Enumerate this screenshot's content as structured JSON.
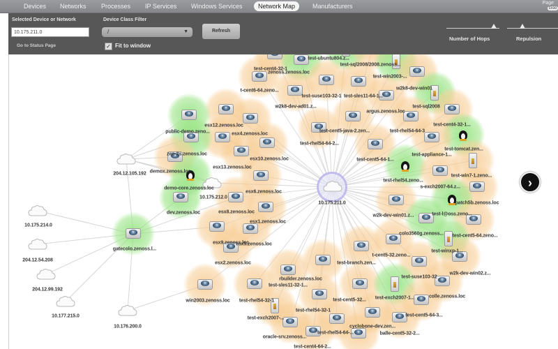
{
  "tabs": [
    {
      "label": "Devices",
      "active": false
    },
    {
      "label": "Networks",
      "active": false
    },
    {
      "label": "Processes",
      "active": false
    },
    {
      "label": "IP Services",
      "active": false
    },
    {
      "label": "Windows Services",
      "active": false
    },
    {
      "label": "Network Map",
      "active": true
    },
    {
      "label": "Manufacturers",
      "active": false
    }
  ],
  "topright": {
    "page": "Page",
    "goo": "Goo"
  },
  "toolbar": {
    "selected_label": "Selected Device or Network",
    "selected_value": "10.175.211.0",
    "status_link": "Go to Status Page",
    "filter_label": "Device Class Filter",
    "filter_value": "/",
    "refresh_label": "Refresh",
    "fit_label": "Fit to window",
    "fit_checked": true,
    "hops_label": "Number of Hops",
    "repulsion_label": "Repulsion",
    "hops_value": 0.9,
    "repulsion_value": 0.3
  },
  "colors": {
    "up_halo": "#8ce178",
    "warn_halo": "#f6c484",
    "hub_ring": "#a096e6"
  },
  "map": {
    "next_icon": "chevron-right-icon",
    "nodes": [
      {
        "label": "10.175.211.0",
        "kind": "hub",
        "halo": "none"
      },
      {
        "label": "",
        "kind": "server",
        "halo": "orange"
      },
      {
        "label": "test-ubuntu804.z...",
        "kind": "server",
        "halo": "green"
      },
      {
        "label": "test-sql2008/2008.zenoss...",
        "kind": "win",
        "halo": "green"
      },
      {
        "label": "",
        "kind": "server",
        "halo": "orange"
      },
      {
        "label": "",
        "kind": "win",
        "halo": "green"
      },
      {
        "label": "test-cent4-32-1",
        "kind": "server",
        "halo": "orange"
      },
      {
        "label": "zenoss.zenoss.loc",
        "kind": "server",
        "halo": "orange"
      },
      {
        "label": "test-win2003-...",
        "kind": "server",
        "halo": "orange"
      },
      {
        "label": "",
        "kind": "server",
        "halo": "orange"
      },
      {
        "label": "t-cent6-64.zeno...",
        "kind": "server",
        "halo": "orange"
      },
      {
        "label": "test-suse103-32-1",
        "kind": "label",
        "halo": "none"
      },
      {
        "label": "test-sles11-64-1...",
        "kind": "label",
        "halo": "none"
      },
      {
        "label": "w2k8-dev-ad01.z...",
        "kind": "label",
        "halo": "none"
      },
      {
        "label": "w2k8-dev-win01",
        "kind": "win",
        "halo": "green"
      },
      {
        "label": "argus.zenoss.loc",
        "kind": "server",
        "halo": "orange"
      },
      {
        "label": "test-sql2008",
        "kind": "server",
        "halo": "orange"
      },
      {
        "label": "",
        "kind": "server",
        "halo": "orange"
      },
      {
        "label": "",
        "kind": "server",
        "halo": "orange"
      },
      {
        "label": "test-cent4-32-1...",
        "kind": "linux",
        "halo": "green"
      },
      {
        "label": "test-rhel54-64-3",
        "kind": "server",
        "halo": "orange"
      },
      {
        "label": "test-tomcat.zen...",
        "kind": "label",
        "halo": "none"
      },
      {
        "label": "test-cent5-java-2.zen...",
        "kind": "server",
        "halo": "orange"
      },
      {
        "label": "test-rhel54-64-2...",
        "kind": "server",
        "halo": "orange"
      },
      {
        "label": "esx12.zenoss.loc",
        "kind": "server",
        "halo": "orange"
      },
      {
        "label": "",
        "kind": "server",
        "halo": "orange"
      },
      {
        "label": "public-demo.zeno...",
        "kind": "server",
        "halo": "green"
      },
      {
        "label": "esx4.zenoss.loc",
        "kind": "server",
        "halo": "orange"
      },
      {
        "label": "",
        "kind": "server",
        "halo": "orange"
      },
      {
        "label": "zen-2s.zenoss.loc",
        "kind": "server",
        "halo": "green"
      },
      {
        "label": "",
        "kind": "server",
        "halo": "orange"
      },
      {
        "label": "esx10.zenoss.loc",
        "kind": "server",
        "halo": "orange"
      },
      {
        "label": "esx13.zenoss.loc",
        "kind": "server",
        "halo": "orange"
      },
      {
        "label": "demox.zenoss.loc",
        "kind": "linux",
        "halo": "green"
      },
      {
        "label": "demo-core.zenoss.loc",
        "kind": "label",
        "halo": "none"
      },
      {
        "label": "10.175.212.0",
        "kind": "cloud",
        "halo": "none"
      },
      {
        "label": "esx6.zenoss.loc",
        "kind": "server",
        "halo": "orange"
      },
      {
        "label": "dev.zenoss.loc",
        "kind": "server",
        "halo": "green"
      },
      {
        "label": "esx8.zenoss.loc",
        "kind": "server",
        "halo": "orange"
      },
      {
        "label": "esx1.zenoss.loc",
        "kind": "server",
        "halo": "orange"
      },
      {
        "label": "esx9.zenoss.loc",
        "kind": "server",
        "halo": "orange"
      },
      {
        "label": "esx5.zenoss.loc",
        "kind": "server",
        "halo": "orange"
      },
      {
        "label": "esx2.zenoss.loc",
        "kind": "label",
        "halo": "none"
      },
      {
        "label": "test-appliance-1...",
        "kind": "linux",
        "halo": "green"
      },
      {
        "label": "test-cent5-64-1...",
        "kind": "label",
        "halo": "none"
      },
      {
        "label": "test-win7-1.zeno...",
        "kind": "win",
        "halo": "orange"
      },
      {
        "label": "",
        "kind": "server",
        "halo": "orange"
      },
      {
        "label": "test-rhel54.zeno...",
        "kind": "label",
        "halo": "none"
      },
      {
        "label": "s-exch2007-64.z...",
        "kind": "server",
        "halo": "orange"
      },
      {
        "label": "",
        "kind": "server",
        "halo": "orange"
      },
      {
        "label": "patch5b.zenoss.loc",
        "kind": "linux",
        "halo": "green"
      },
      {
        "label": "w2k-dev-win01.z...",
        "kind": "server",
        "halo": "green"
      },
      {
        "label": "test-l@oss.zeno...",
        "kind": "server",
        "halo": "orange"
      },
      {
        "label": "colo3560g.zenoss...",
        "kind": "server",
        "halo": "orange"
      },
      {
        "label": "test-cent5-64.zeno...",
        "kind": "win",
        "halo": "green"
      },
      {
        "label": "test-branch.zen...",
        "kind": "server",
        "halo": "orange"
      },
      {
        "label": "",
        "kind": "server",
        "halo": "orange"
      },
      {
        "label": "t-cent5-32.zeno...",
        "kind": "server",
        "halo": "orange"
      },
      {
        "label": "test-winxp-1...",
        "kind": "server",
        "halo": "orange"
      },
      {
        "label": "w2k-dev-win02.z...",
        "kind": "server",
        "halo": "orange"
      },
      {
        "label": "rbuilder.zenoss.loc",
        "kind": "server",
        "halo": "orange"
      },
      {
        "label": "test-sles11-32-1...",
        "kind": "server",
        "halo": "orange"
      },
      {
        "label": "win2003.zenoss.loc",
        "kind": "server",
        "halo": "orange"
      },
      {
        "label": "test-rhel54-32-1",
        "kind": "win",
        "halo": "orange"
      },
      {
        "label": "test-cent5-32...",
        "kind": "server",
        "halo": "orange"
      },
      {
        "label": "test-suse103-32",
        "kind": "win",
        "halo": "green"
      },
      {
        "label": "test-rhel54-32-1",
        "kind": "server",
        "halo": "orange"
      },
      {
        "label": "test-exch2007-...",
        "kind": "server",
        "halo": "orange"
      },
      {
        "label": "oracle-srv.zenoss...",
        "kind": "server",
        "halo": "orange"
      },
      {
        "label": "test-rhel54-64-...",
        "kind": "server",
        "halo": "orange"
      },
      {
        "label": "cyclobone-dev.zen...",
        "kind": "server",
        "halo": "orange"
      },
      {
        "label": "test-exch2007-1...",
        "kind": "label",
        "halo": "none"
      },
      {
        "label": "colle.zenoss.loc",
        "kind": "server",
        "halo": "orange"
      },
      {
        "label": "test-cent5-64-3...",
        "kind": "server",
        "halo": "orange"
      },
      {
        "label": "balle-cent5-32-2...",
        "kind": "server",
        "halo": "orange"
      },
      {
        "label": "test-cent4-64-2...",
        "kind": "label",
        "halo": "none"
      },
      {
        "label": "204.12.105.192",
        "kind": "cloud",
        "halo": "none"
      },
      {
        "label": "gatecolo.zenoss.l...",
        "kind": "server",
        "halo": "green"
      },
      {
        "label": "10.175.214.0",
        "kind": "cloud",
        "halo": "none"
      },
      {
        "label": "204.12.54.208",
        "kind": "cloud",
        "halo": "none"
      },
      {
        "label": "204.12.99.192",
        "kind": "cloud",
        "halo": "none"
      },
      {
        "label": "10.177.215.0",
        "kind": "cloud",
        "halo": "none"
      },
      {
        "label": "10.176.200.0",
        "kind": "cloud",
        "halo": "none"
      }
    ]
  }
}
